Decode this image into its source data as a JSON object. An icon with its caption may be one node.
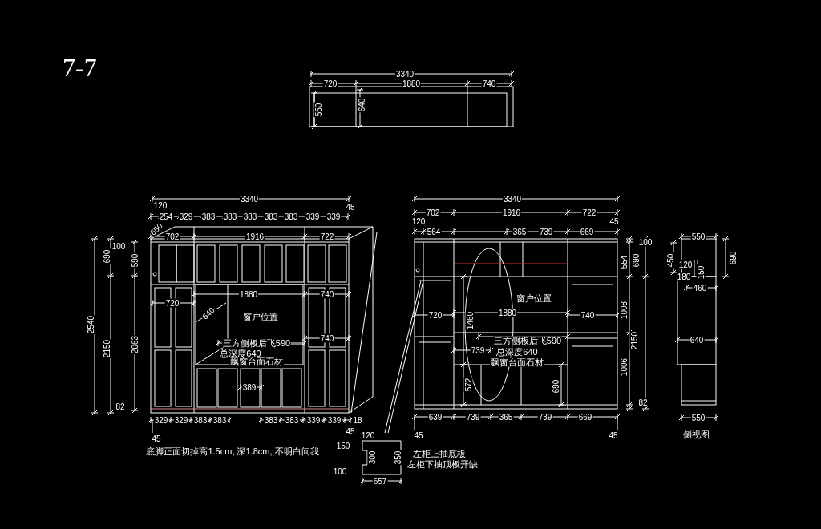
{
  "diagram": {
    "title": "7-7",
    "labels": [
      "3340",
      "720",
      "1880",
      "740",
      "550",
      "640",
      "120",
      "3340",
      "45",
      "254",
      "329",
      "383",
      "383",
      "383",
      "383",
      "383",
      "339",
      "339",
      "650",
      "702",
      "1916",
      "722",
      "100",
      "690",
      "590",
      "2540",
      "2150",
      "2063",
      "82",
      "720",
      "1880",
      "740",
      "640",
      "窗户位置",
      "740",
      "三方侧板后飞590",
      "总深度640",
      "飘窗台面石材",
      "389",
      "329",
      "329",
      "383",
      "383",
      "383",
      "383",
      "339",
      "339",
      "18",
      "45",
      "底脚正面切掉高1.5cm, 深1.8cm, 不明白问我",
      "45",
      "120",
      "150",
      "300",
      "350",
      "100",
      "657",
      "左柜上抽底板",
      "左柜下抽顶板开缺",
      "3340",
      "702",
      "1916",
      "722",
      "120",
      "45",
      "564",
      "365",
      "739",
      "669",
      "窗户位置",
      "720",
      "1880",
      "740",
      "1460",
      "三方侧板后飞590",
      "739",
      "总深度640",
      "飘窗台面石材",
      "572",
      "690",
      "100",
      "554",
      "690",
      "1008",
      "2150",
      "1006",
      "82",
      "639",
      "739",
      "365",
      "739",
      "669",
      "45",
      "45",
      "550",
      "450",
      "690",
      "120",
      "180",
      "150",
      "460",
      "640",
      "550",
      "侧视图"
    ]
  }
}
